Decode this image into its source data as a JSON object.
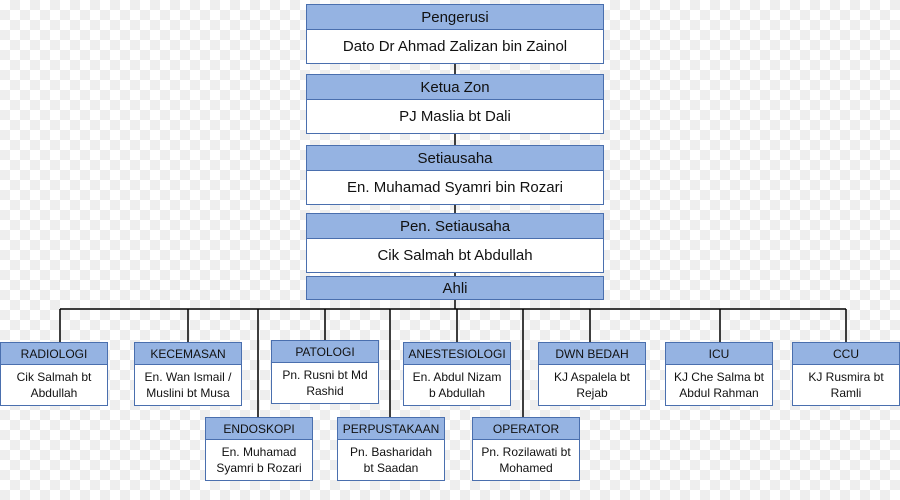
{
  "chain": {
    "pengerusi": {
      "title": "Pengerusi",
      "name": "Dato Dr Ahmad Zalizan bin Zainol"
    },
    "ketua_zon": {
      "title": "Ketua Zon",
      "name": "PJ Maslia bt Dali"
    },
    "setiausaha": {
      "title": "Setiausaha",
      "name": "En. Muhamad Syamri bin Rozari"
    },
    "pen_setiausaha": {
      "title": "Pen. Setiausaha",
      "name": "Cik Salmah bt Abdullah"
    },
    "ahli": {
      "title": "Ahli"
    }
  },
  "units": {
    "radiologi": {
      "title": "RADIOLOGI",
      "name": "Cik Salmah bt\nAbdullah"
    },
    "kecemasan": {
      "title": "KECEMASAN",
      "name": "En. Wan Ismail /\nMuslini bt Musa"
    },
    "patologi": {
      "title": "PATOLOGI",
      "name": "Pn. Rusni bt Md\nRashid"
    },
    "anestesiologi": {
      "title": "ANESTESIOLOGI",
      "name": "En. Abdul Nizam\nb Abdullah"
    },
    "dwn_bedah": {
      "title": "DWN BEDAH",
      "name": "KJ Aspalela bt\nRejab"
    },
    "icu": {
      "title": "ICU",
      "name": "KJ Che Salma bt\nAbdul Rahman"
    },
    "ccu": {
      "title": "CCU",
      "name": "KJ Rusmira bt\nRamli"
    },
    "endoskopi": {
      "title": "ENDOSKOPI",
      "name": "En. Muhamad\nSyamri b Rozari"
    },
    "perpustakaan": {
      "title": "PERPUSTAKAAN",
      "name": "Pn. Basharidah\nbt Saadan"
    },
    "operator": {
      "title": "OPERATOR",
      "name": "Pn. Rozilawati bt\nMohamed"
    }
  },
  "colors": {
    "header_fill": "#95b3e2",
    "border": "#4a6fae",
    "connector": "#000000"
  }
}
